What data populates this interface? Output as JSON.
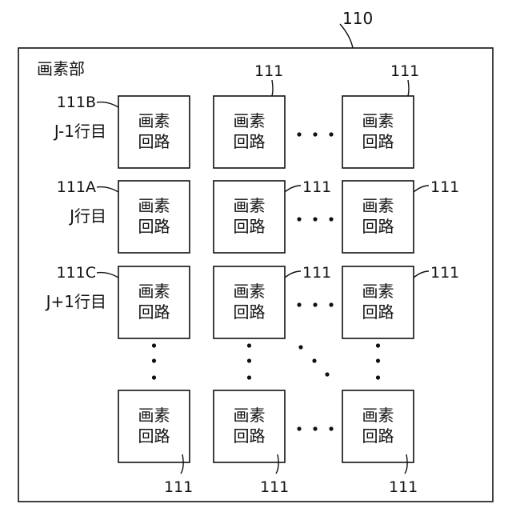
{
  "figure": {
    "ref_outer": "110",
    "section_label": "画素部",
    "cell_line1": "画素",
    "cell_line2": "回路",
    "ref_cell": "111",
    "rows": [
      {
        "ref": "111B",
        "label": "J-1行目"
      },
      {
        "ref": "111A",
        "label": "J行目"
      },
      {
        "ref": "111C",
        "label": "J+1行目"
      }
    ]
  }
}
